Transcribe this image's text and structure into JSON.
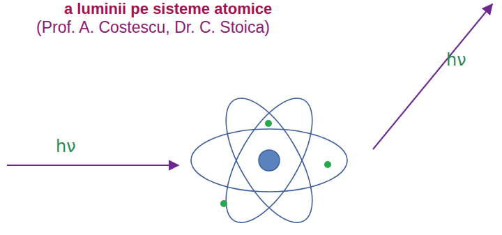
{
  "diagram": {
    "title": "a luminii pe sisteme atomice",
    "labels": [
      "(Prof. A. Costescu, Dr. C. Stoica)",
      "hν",
      "hν"
    ]
  }
}
